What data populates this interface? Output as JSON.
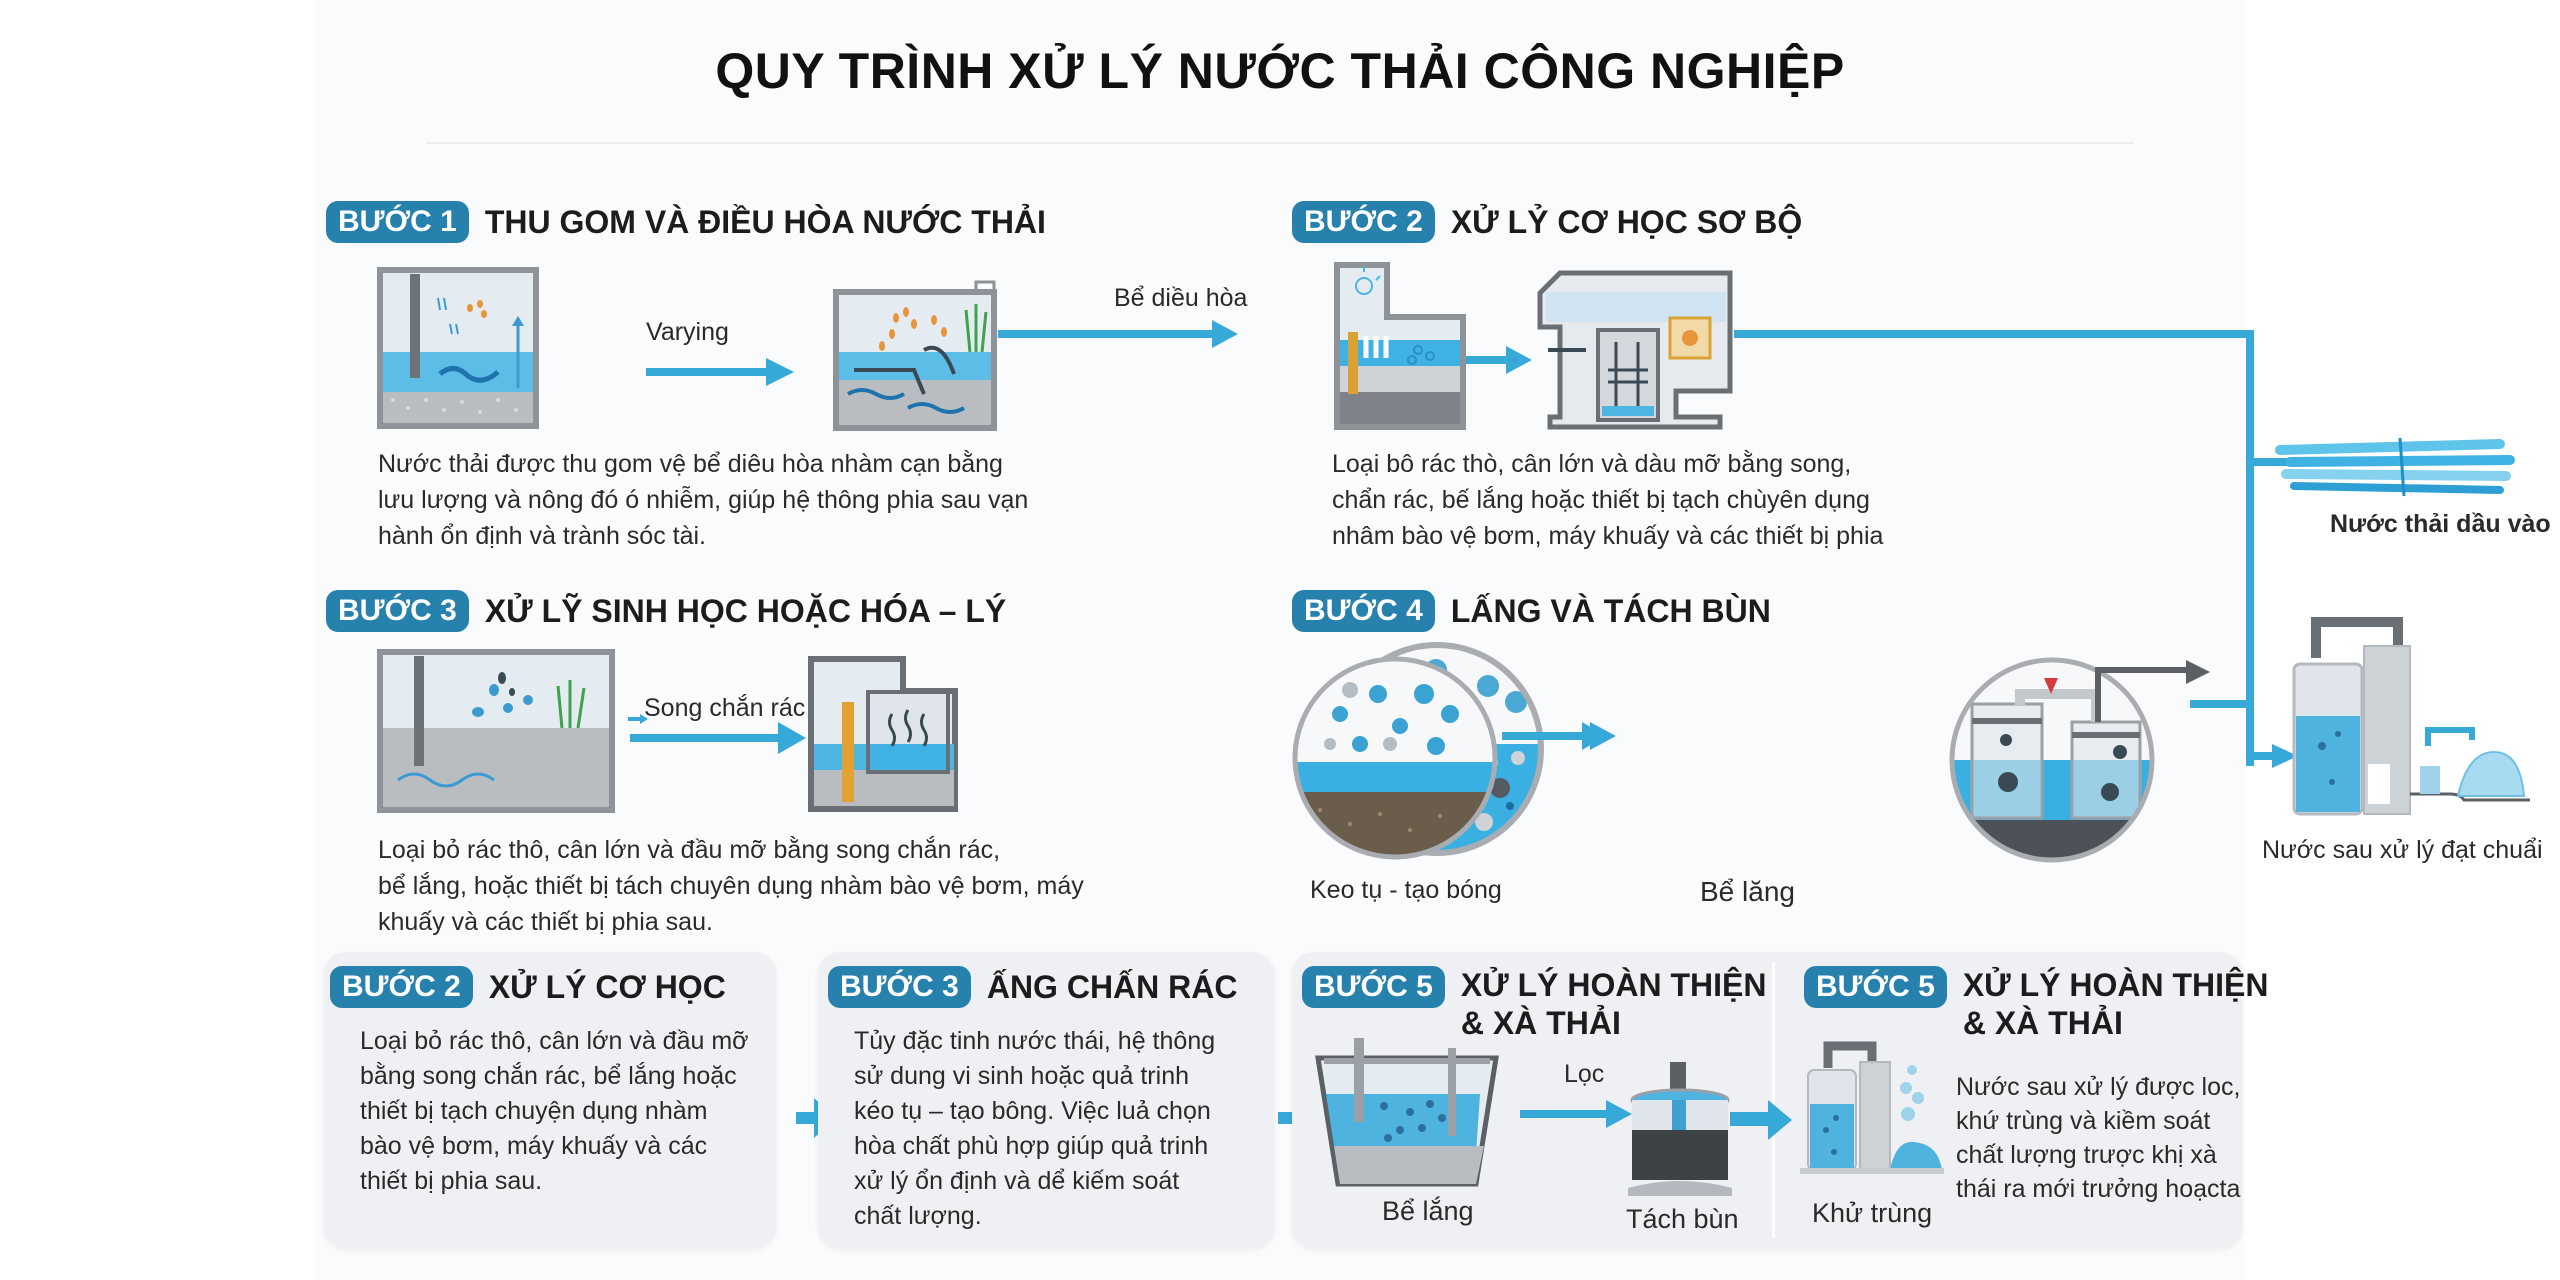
{
  "title": "QUY TRÌNH XỬ LÝ NƯỚC THẢI CÔNG NGHIỆP",
  "colors": {
    "badge": "#2681ad",
    "flow_arrow": "#36a9d8",
    "water": "#4db6e2",
    "tank_frame": "#8e9399",
    "dark_pipe": "#5b6066",
    "card_bg": "#eef0f4"
  },
  "steps": {
    "step1": {
      "badge": "BƯỚC 1",
      "title": "THU GOM VÀ ĐIỀU HÒA NƯỚC THẢI",
      "arrow_label": "Varying",
      "description": "Nước thải được thu gom vệ bể diêu hòa nhàm cạn bằng lưu lượng và nông đó ó nhiễm, giúp hệ thông phia sau vạn hành ổn định và trành sóc tài.",
      "description_lines": [
        "Nước thải được thu gom vệ bể diêu hòa nhàm cạn bằng",
        "lưu lượng và nông đó ó nhiễm, giúp hệ thông phia sau vạn",
        "hành ổn định và trành sóc tài."
      ],
      "out_label": "Bể diều hòa"
    },
    "step2": {
      "badge": "BƯỚC 2",
      "title": "XỬ LỶ CƠ HỌC SƠ BỘ",
      "description_lines": [
        "Loại bô rác thò, cân lớn và dàu mỡ bằng song,",
        "chẩn rác, bế lắng hoặc thiết bị tạch chùyên dụng",
        "nhâm bào vệ bơm, máy khuấy và các thiết bị phia"
      ]
    },
    "step3": {
      "badge": "BƯỚC 3",
      "title": "XỬ LỸ SINH HỌC HOẶC HÓA – LÝ",
      "arrow_label": "Song chắn rác",
      "description_lines": [
        "Loại bỏ rác thô, cân lớn và đầu mỡ bằng song chắn rác,",
        "bể lắng, hoặc thiết bị tách chuyên dụng nhàm bào vệ bơm, máy",
        "khuấy và các thiết bị phia sau."
      ]
    },
    "step4": {
      "badge": "BƯỚC 4",
      "title": "LẤNG VÀ TÁCH BÙN",
      "labels": [
        "Keo tụ - tạo bóng",
        "Bể lăng"
      ]
    }
  },
  "side": {
    "influent_label": "Nước thải dầu vào",
    "effluent_label": "Nước sau xử lý đạt chuẩi"
  },
  "cards": [
    {
      "badge": "BƯỚC 2",
      "title": "XỬ LÝ CƠ HỌC",
      "description_lines": [
        "Loại bỏ rác thô, cân lớn và đầu mỡ",
        "bằng song chắn rác, bể lắng hoặc",
        "thiết bị tạch chuyện dụng nhàm",
        "bào vệ bơm, máy khuấy và các",
        "thiết bị phia sau."
      ]
    },
    {
      "badge": "BƯỚC 3",
      "title": "ẤNG CHẤN RÁC",
      "description_lines": [
        "Tủy đặc tinh nước thái, hệ thông",
        "sử dung vi sinh hoặc quả trinh",
        "kéo tụ – tạo bông. Việc luả chọn",
        "hòa chất phù hợp giúp quả trinh",
        "xử lý ổn định và dể kiếm soát",
        "chất lượng."
      ]
    },
    {
      "badge": "BƯỚC 5",
      "title_line1": "XỬ LÝ HOÀN THIỆN",
      "title_line2": "& XÀ THẢI",
      "arrow_label": "Lọc",
      "labels": [
        "Bể lắng",
        "Tách bùn"
      ]
    },
    {
      "badge": "BƯỚC 5",
      "title_line1": "XỬ LÝ HOÀN THIỆN",
      "title_line2": "& XÀ THẢI",
      "image_label": "Khử trùng",
      "description_lines": [
        "Nước sau xử lý được loc,",
        "khứ trùng và kiềm soát",
        "chất lượng trược khị xà",
        "thái ra mới trưởng hoạcta"
      ]
    }
  ]
}
